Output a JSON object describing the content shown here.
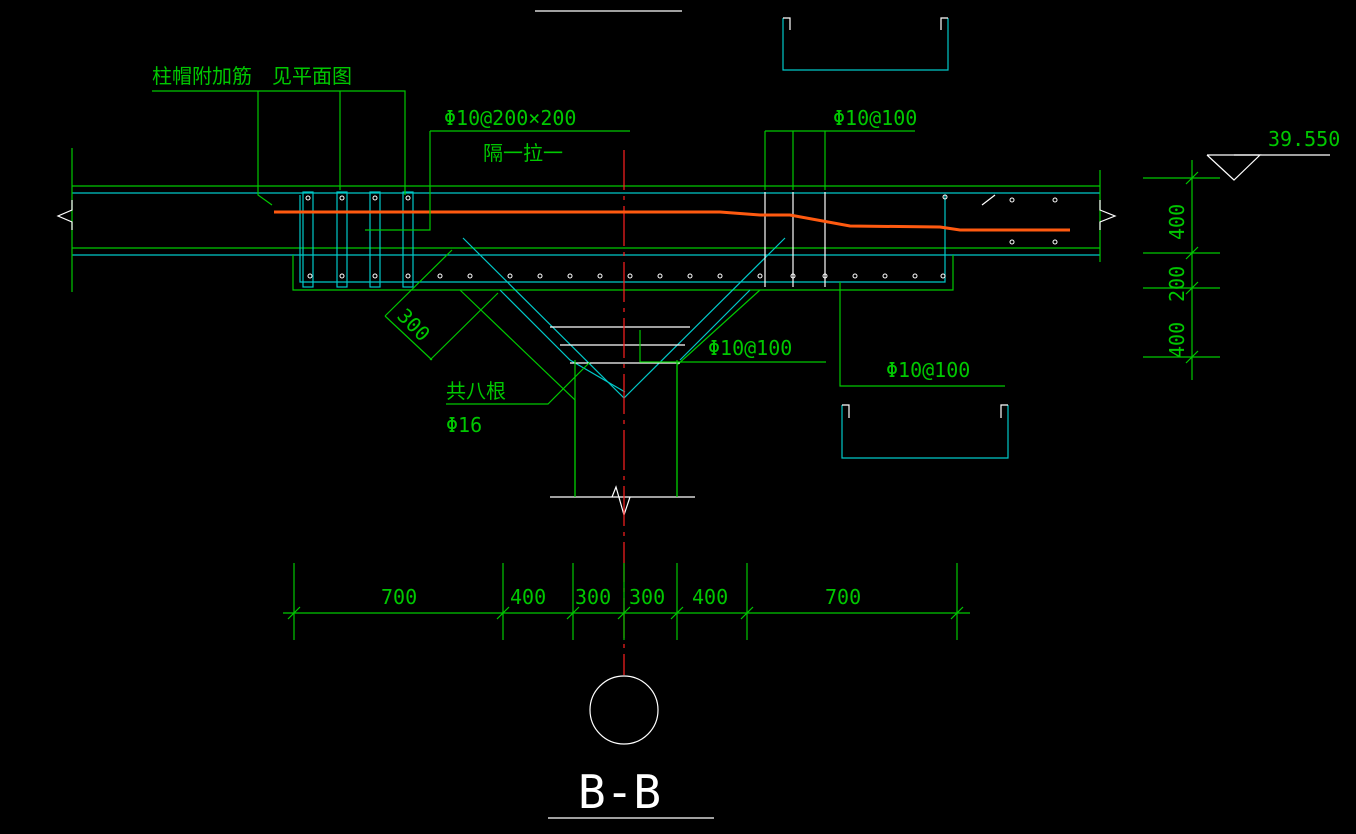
{
  "drawing": {
    "annotations": {
      "column_cap_bars": "柱帽附加筋",
      "see_plan": "见平面图",
      "tie_spec": "Φ10@200×200",
      "tie_note": "隔一拉一",
      "stirrup_top_right": "Φ10@100",
      "stirrup_center": "Φ10@100",
      "stirrup_lower_right": "Φ10@100",
      "bar_count": "共八根",
      "bar_dia": "Φ16",
      "diag_dim": "300"
    },
    "elevation": "39.550",
    "vertical_dims": [
      "400",
      "200",
      "400"
    ],
    "horizontal_dims": [
      "700",
      "400",
      "300",
      "300",
      "400",
      "700"
    ],
    "section_title": "B-B",
    "colors": {
      "background": "#000000",
      "lines": "#00c800",
      "concrete": "#00c8c8",
      "bars": "#ffffff",
      "axis": "#ff2020",
      "highlight": "#ff5a10"
    }
  }
}
